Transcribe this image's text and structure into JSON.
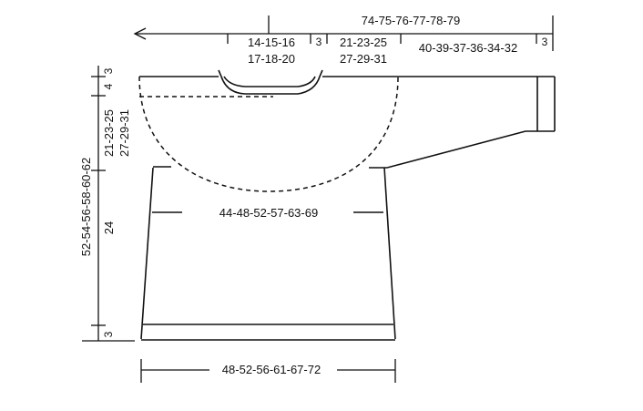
{
  "top": {
    "total_width": "74-75-76-77-78-79",
    "neck_width_line1": "14-15-16",
    "neck_width_line2": "17-18-20",
    "edge_neck": "3",
    "yoke_width_line1": "21-23-25",
    "yoke_width_line2": "27-29-31",
    "sleeve_length": "40-39-37-36-34-32",
    "edge_cuff": "3"
  },
  "left": {
    "total_length": "52-54-56-58-60-62",
    "neck_edge": "3",
    "raise": "4",
    "yoke_depth_line1": "21-23-25",
    "yoke_depth_line2": "27-29-31",
    "body_length": "24",
    "bottom_edge": "3"
  },
  "body": {
    "chest_width": "44-48-52-57-63-69",
    "hem_width": "48-52-56-61-67-72"
  }
}
